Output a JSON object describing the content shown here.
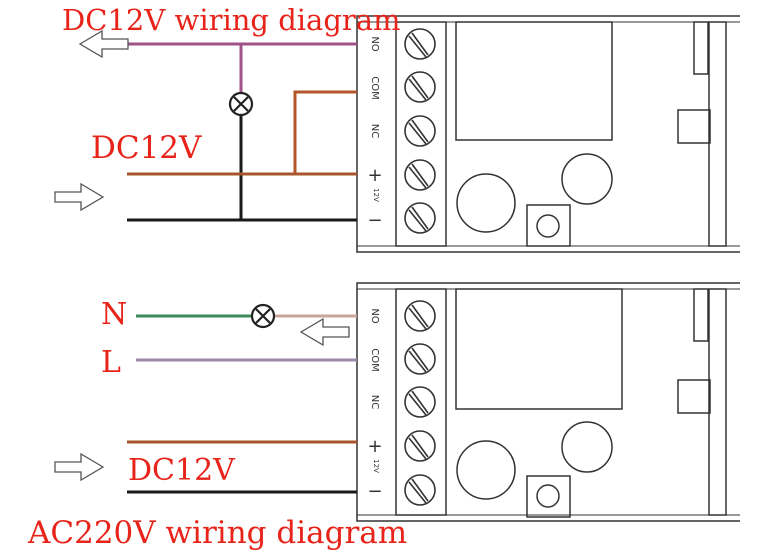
{
  "colors": {
    "label": "#e8231a",
    "wire_no": "#a0528a",
    "wire_com": "#b5562a",
    "wire_dc_pos": "#a8552c",
    "wire_dc_neg": "#1a1a1a",
    "wire_n": "#3e8a5e",
    "wire_l": "#9a8aa8",
    "board": "#333333"
  },
  "top": {
    "title": "DC12V wiring diagram",
    "power_label": "DC12V",
    "terminals": [
      "NO",
      "COM",
      "NC",
      "+",
      "12V",
      "−"
    ]
  },
  "bottom": {
    "title": "AC220V wiring diagram",
    "n_label": "N",
    "l_label": "L",
    "power_label": "DC12V",
    "terminals": [
      "NO",
      "COM",
      "NC",
      "+",
      "12V",
      "−"
    ]
  }
}
